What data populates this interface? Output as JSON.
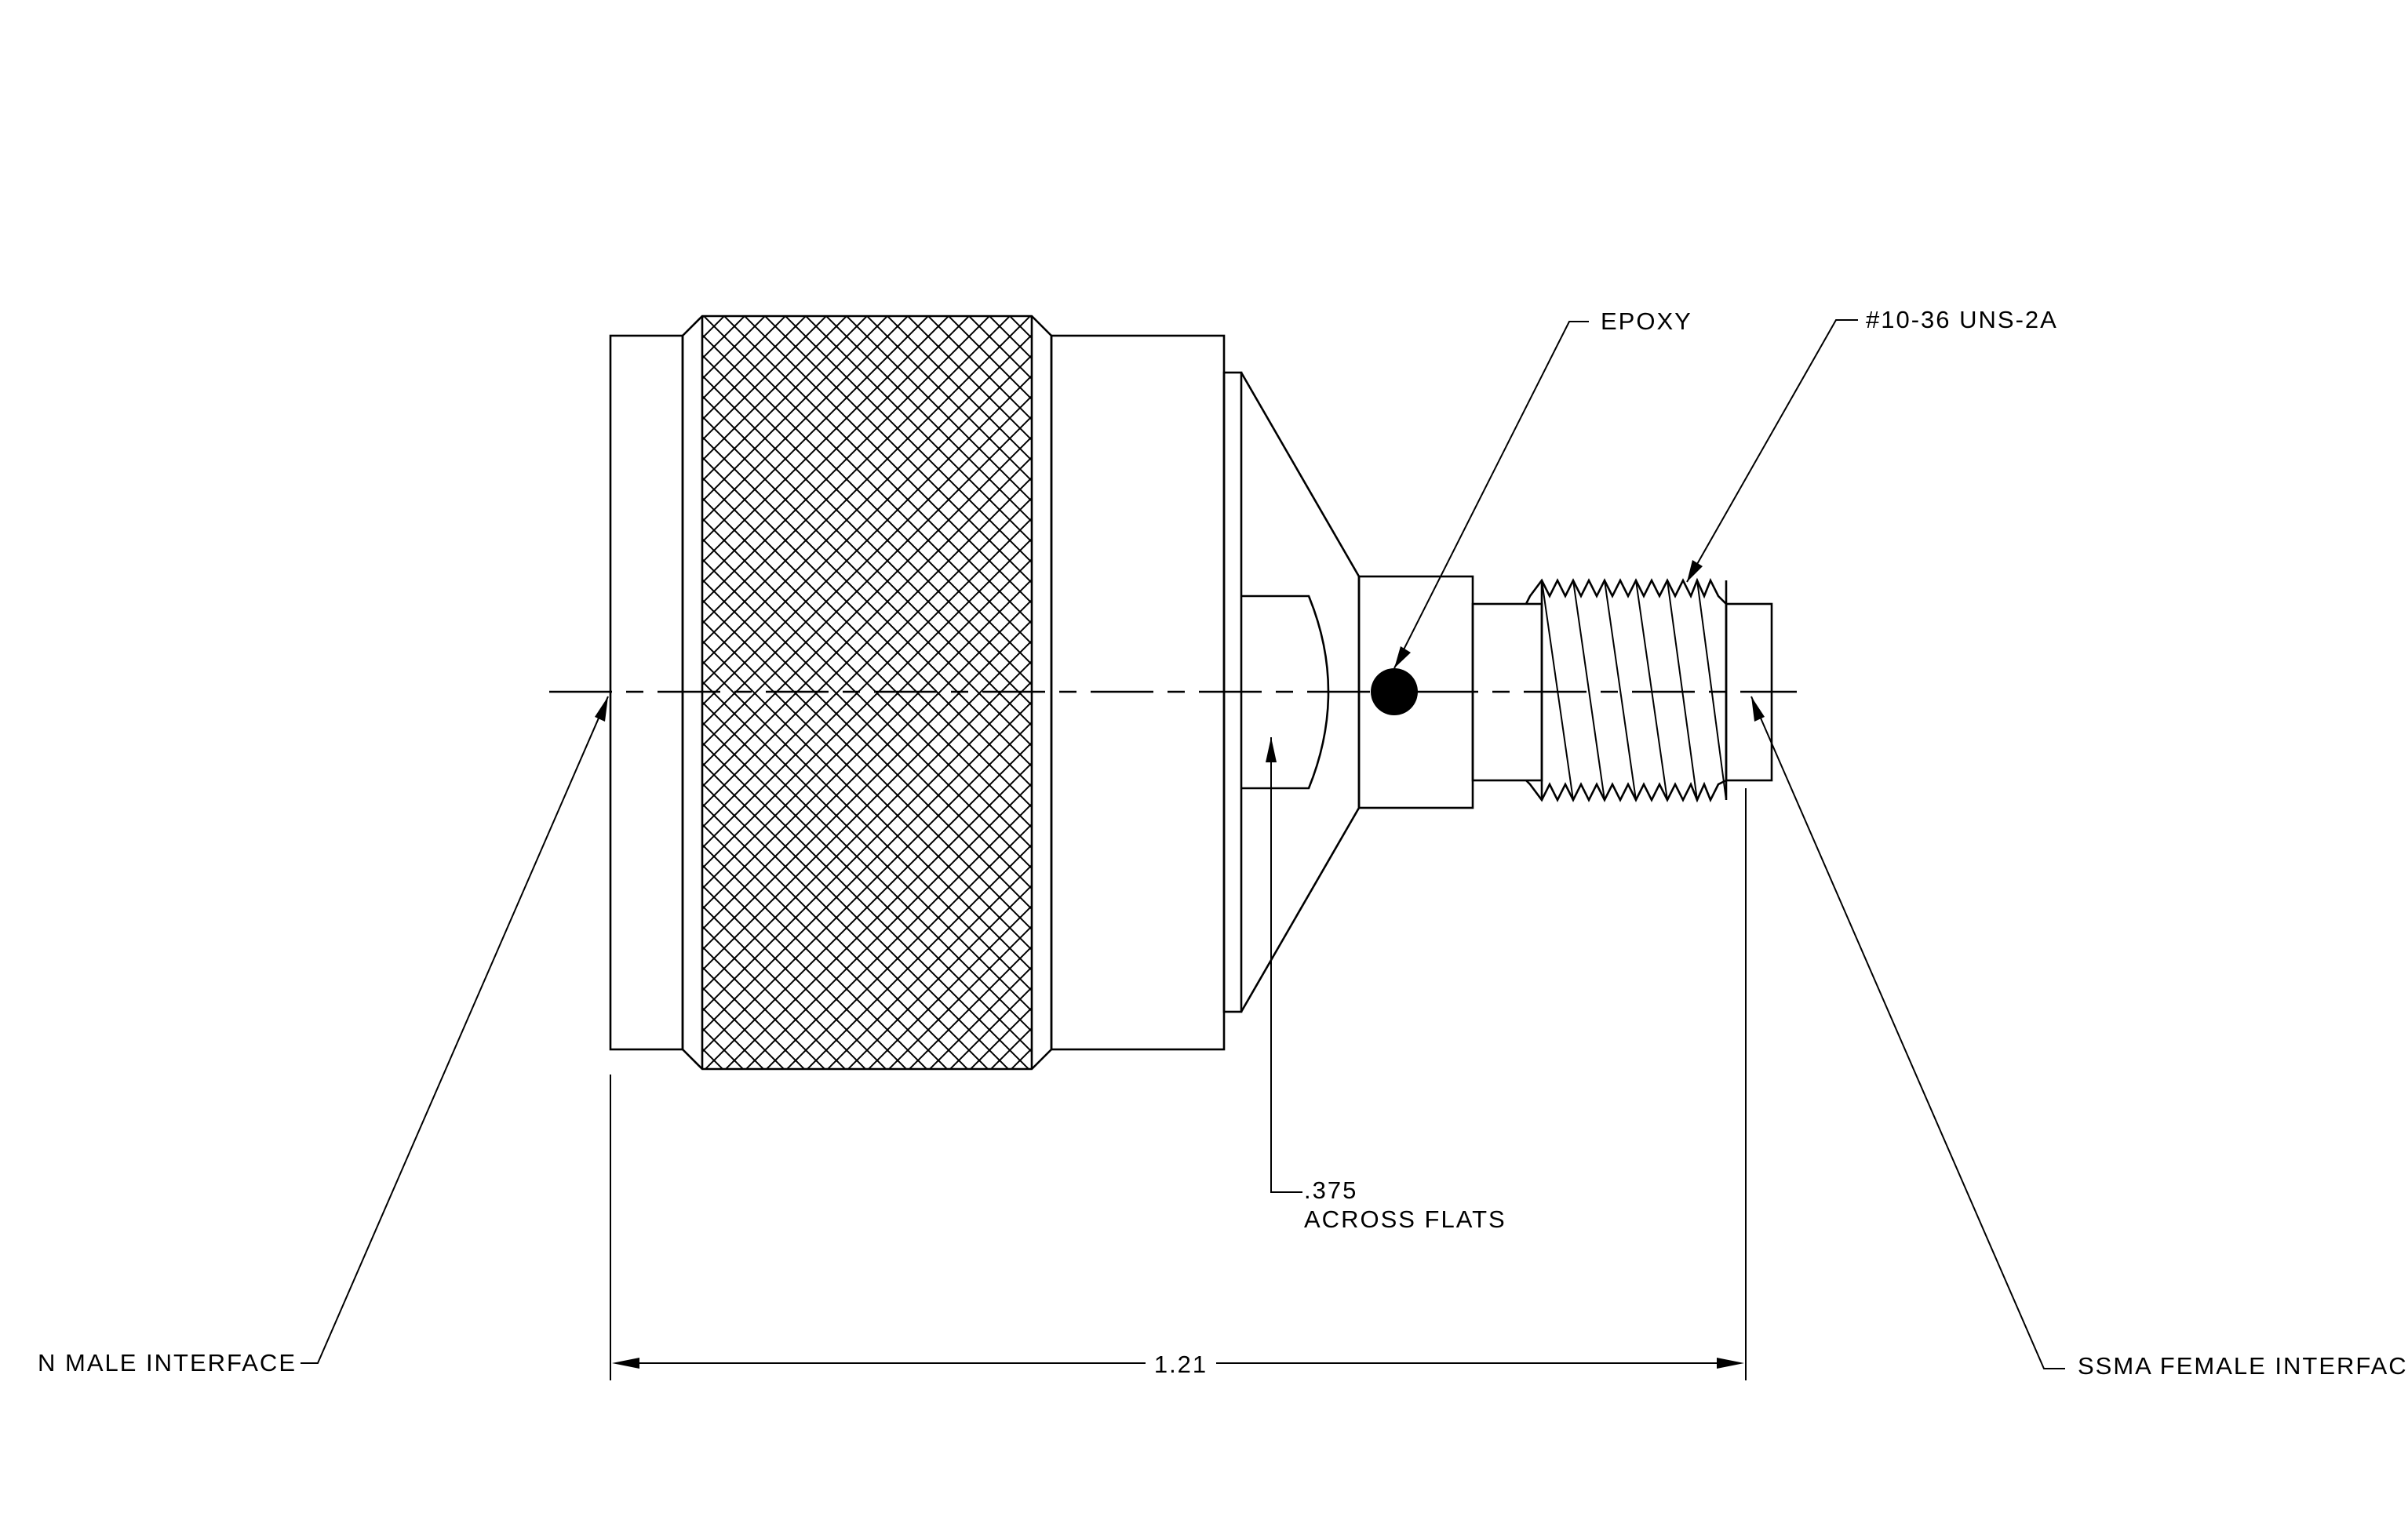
{
  "labels": {
    "epoxy": "EPOXY",
    "thread_spec": "#10-36 UNS-2A",
    "flats_value": ".375",
    "flats_text": "ACROSS FLATS",
    "n_male": "N MALE INTERFACE",
    "ssma_female": "SSMA FEMALE INTERFACE",
    "overall_length": "1.21"
  },
  "colors": {
    "line": "#000000",
    "background": "#ffffff"
  }
}
